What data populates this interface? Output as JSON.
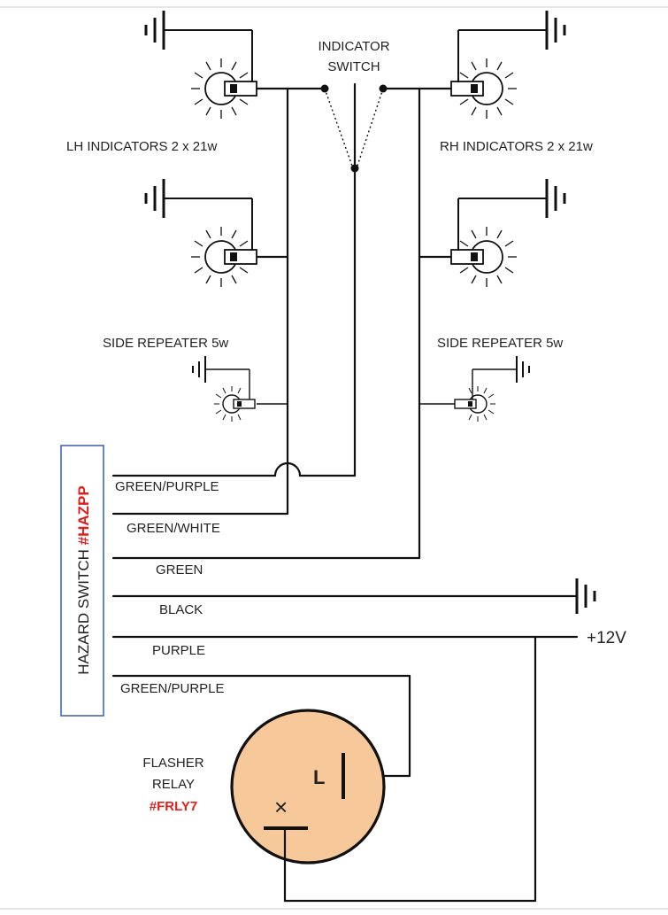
{
  "switch": {
    "line1": "INDICATOR",
    "line2": "SWITCH"
  },
  "labels": {
    "lh_indicators": "LH INDICATORS 2 x 21w",
    "rh_indicators": "RH INDICATORS 2 x 21w",
    "side_repeater_left": "SIDE REPEATER 5w",
    "side_repeater_right": "SIDE REPEATER 5w",
    "supply": "+12V"
  },
  "wires": [
    {
      "label": "GREEN/PURPLE"
    },
    {
      "label": "GREEN/WHITE"
    },
    {
      "label": "GREEN"
    },
    {
      "label": "BLACK"
    },
    {
      "label": "PURPLE"
    },
    {
      "label": "GREEN/PURPLE"
    }
  ],
  "hazard_switch": {
    "text": "HAZARD SWITCH ",
    "code": "#HAZPP"
  },
  "flasher": {
    "line1": "FLASHER",
    "line2": "RELAY",
    "code": "#FRLY7",
    "terminal_l": "L",
    "terminal_x": "×",
    "fill": "#f7c99a"
  }
}
